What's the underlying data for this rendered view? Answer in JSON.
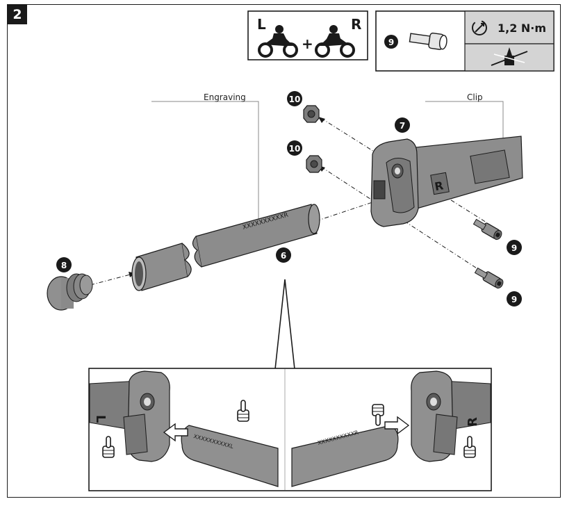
{
  "step_number": "2",
  "side_box": {
    "left": "L",
    "plus": "+",
    "right": "R"
  },
  "torque_box": {
    "part": "9",
    "torque": "1,2 N·m"
  },
  "labels": {
    "engraving": "Engraving",
    "clip": "Clip"
  },
  "callouts": {
    "nut_top": "10",
    "nut_bottom": "10",
    "bracket": "7",
    "tube": "6",
    "plug": "8",
    "screw_top": "9",
    "screw_bottom": "9"
  },
  "detail": {
    "letter_left": "L",
    "letter_right": "R",
    "engraving_left": "XXXXXXXXXXL",
    "engraving_right": "XXXXXXXXXXR"
  },
  "colors": {
    "ink": "#1a1a1a",
    "part_gray": "#8a8a8a",
    "panel_gray": "#cfcfcf"
  }
}
